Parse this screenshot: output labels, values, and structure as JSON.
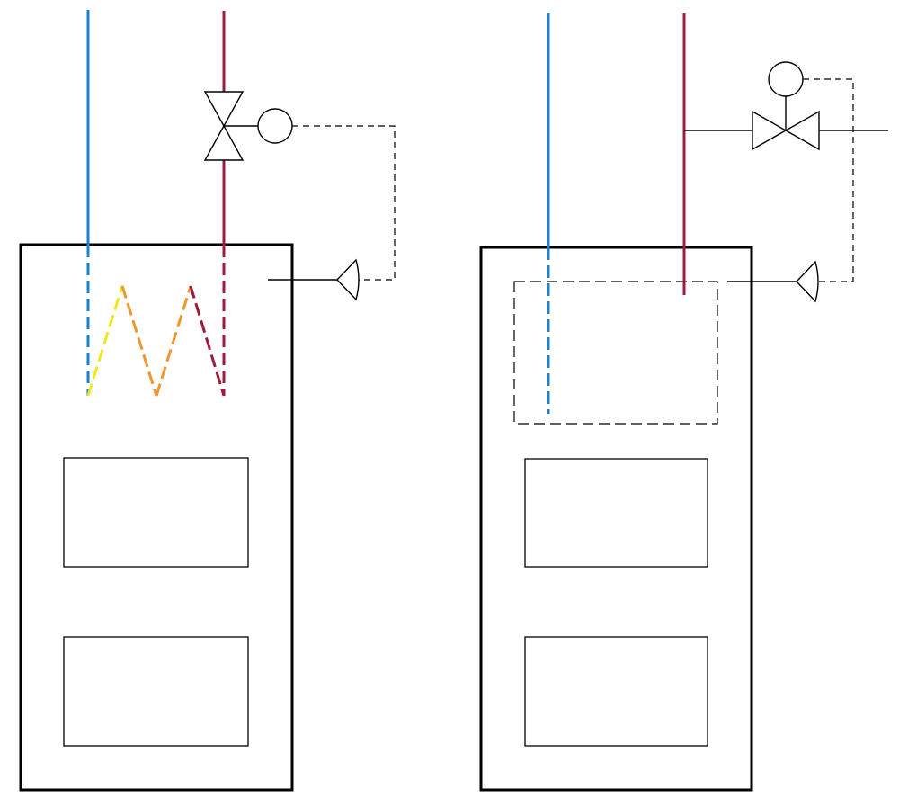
{
  "diagram": {
    "description_free": true,
    "colors": {
      "cold_water": "#1a82c8",
      "hot_water": "#a01a3c",
      "coil_warm": "#f2e620",
      "coil_mid": "#f0962d",
      "outline": "#000000",
      "control_line": "#000000",
      "background": "#ffffff"
    },
    "systems": [
      {
        "name": "coil-heat-exchanger-system",
        "valve_type": "three-way-valve",
        "has_coil": true,
        "inner_compartments": 2
      },
      {
        "name": "plate-heat-exchanger-system",
        "valve_type": "two-way-valve",
        "has_coil": false,
        "inner_compartments": 2
      }
    ]
  }
}
